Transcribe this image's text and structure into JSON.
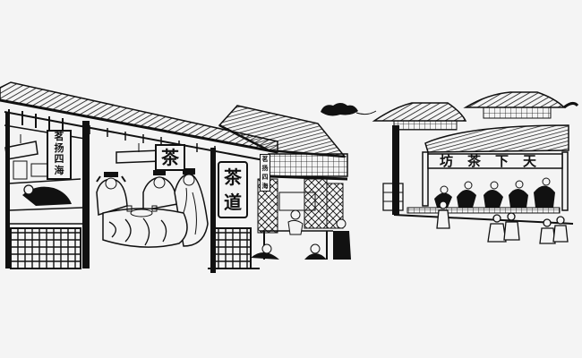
{
  "scene": {
    "description": "Ink line-art illustration of a traditional Chinese teahouse street",
    "background": "#f4f4f4",
    "ink": "#111111"
  },
  "signs": {
    "left_vertical": {
      "chars": [
        "茗",
        "扬",
        "四",
        "海"
      ]
    },
    "center_hanging": {
      "text": "茶"
    },
    "tea_way_panel": {
      "chars": [
        "茶",
        "道"
      ]
    },
    "small_vertical": {
      "chars": [
        "茗",
        "扬",
        "四",
        "海"
      ]
    },
    "gate_banner": {
      "text": "坊茶下天",
      "reading": "天下茶坊"
    }
  }
}
